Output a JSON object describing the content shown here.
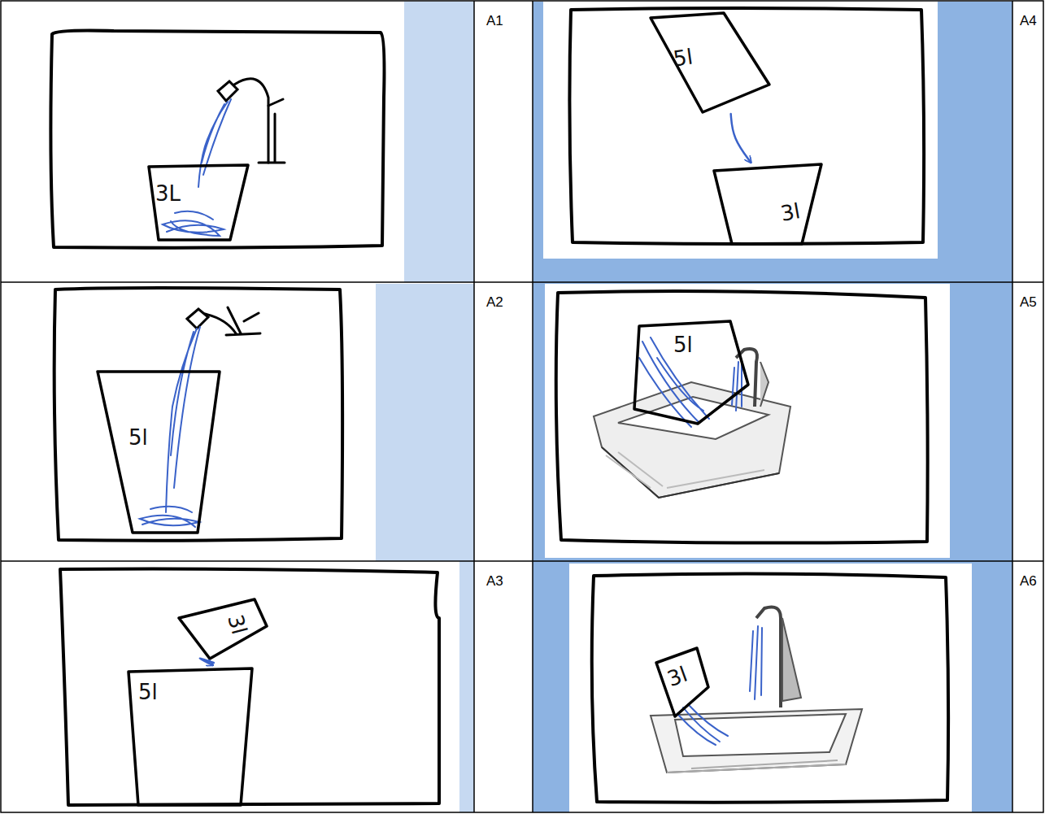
{
  "diagram": {
    "nodes": [
      {
        "text": [
          "3L"
        ]
      },
      {
        "text": [
          "5l"
        ]
      },
      {
        "text": [
          "3l"
        ]
      },
      {
        "text": [
          "5l"
        ]
      },
      {
        "text": [
          "5l"
        ]
      },
      {
        "text": [
          "3l"
        ]
      },
      {
        "text": [
          "5l"
        ]
      },
      {
        "text": [
          "3l"
        ]
      }
    ],
    "edges": [
      {
        "from": 1,
        "to": 2,
        "arrow": "to"
      },
      {
        "from": 5,
        "to": 6,
        "arrow": "to"
      }
    ],
    "labels": [
      "A1",
      "A4",
      "A2",
      "A5",
      "A3",
      "A6"
    ]
  }
}
